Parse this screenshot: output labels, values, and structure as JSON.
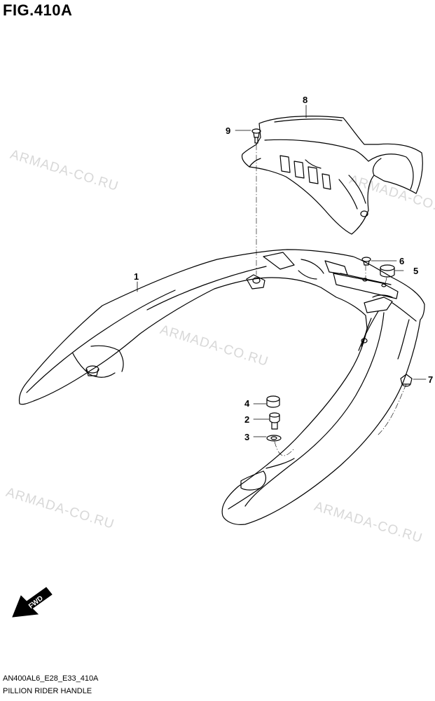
{
  "figure": {
    "title": "FIG.410A",
    "code": "AN400AL6_E28_E33_410A",
    "caption": "PILLION RIDER HANDLE"
  },
  "watermark": "ARMADA-CO.RU",
  "fwd_label": "FWD",
  "callouts": [
    {
      "id": "1",
      "part": "handle"
    },
    {
      "id": "2",
      "part": "bolt"
    },
    {
      "id": "3",
      "part": "washer"
    },
    {
      "id": "4",
      "part": "cushion"
    },
    {
      "id": "5",
      "part": "cushion"
    },
    {
      "id": "6",
      "part": "screw"
    },
    {
      "id": "7",
      "part": "nut"
    },
    {
      "id": "8",
      "part": "cover"
    },
    {
      "id": "9",
      "part": "screw"
    }
  ]
}
